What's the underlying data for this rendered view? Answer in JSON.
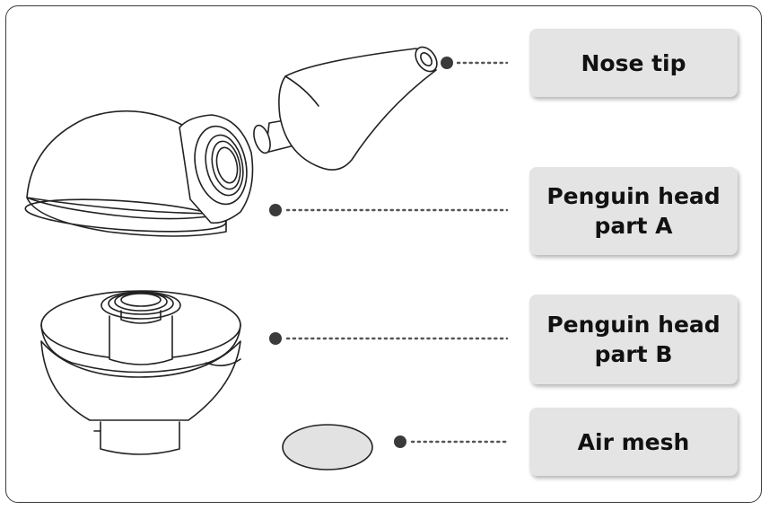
{
  "labels": {
    "nose_tip": "Nose tip",
    "head_a": "Penguin head\npart A",
    "head_b": "Penguin head\npart B",
    "air_mesh": "Air mesh"
  },
  "colors": {
    "label_background": "#e4e4e4",
    "line": "#222222",
    "mesh_fill": "#e2e2e2"
  }
}
